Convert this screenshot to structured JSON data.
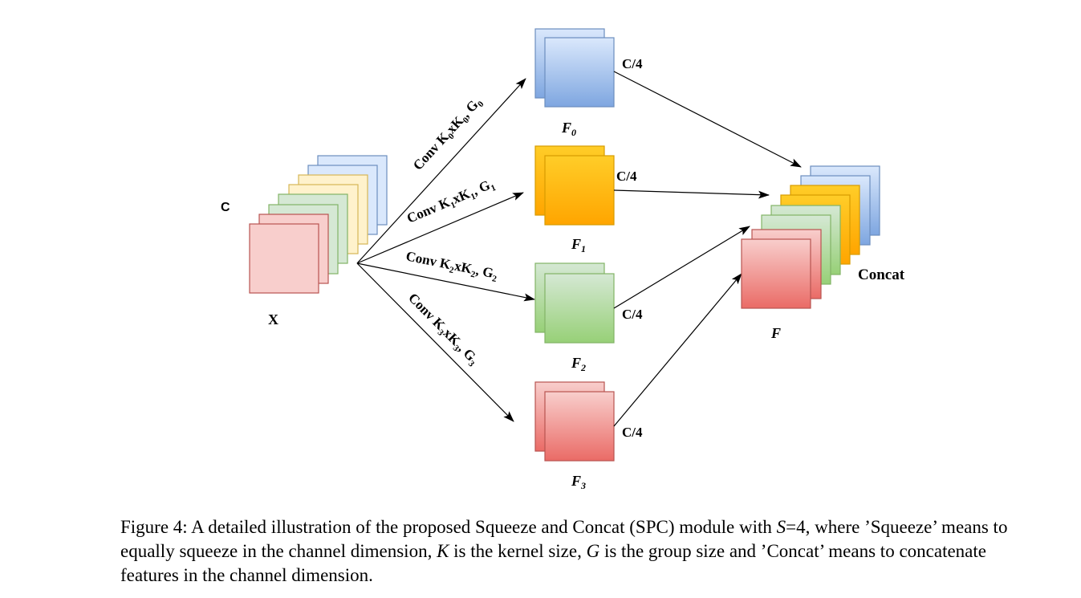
{
  "diagram": {
    "input": {
      "channel_label": "C",
      "name": "X"
    },
    "branches": [
      {
        "conv_pre": "Conv K",
        "k_sub": "0",
        "mid": "xK",
        "k_sub2": "0",
        "g": ", G",
        "g_sub": "0",
        "channels": "C/4",
        "out_main": "F",
        "out_sub": "0"
      },
      {
        "conv_pre": "Conv K",
        "k_sub": "1",
        "mid": "xK",
        "k_sub2": "1",
        "g": ", G",
        "g_sub": "1",
        "channels": "C/4",
        "out_main": "F",
        "out_sub": "1"
      },
      {
        "conv_pre": "Conv K",
        "k_sub": "2",
        "mid": "xK",
        "k_sub2": "2",
        "g": ", G",
        "g_sub": "2",
        "channels": "C/4",
        "out_main": "F",
        "out_sub": "2"
      },
      {
        "conv_pre": "Conv K",
        "k_sub": "3",
        "mid": "xK",
        "k_sub2": "3",
        "g": ", G",
        "g_sub": "3",
        "channels": "C/4",
        "out_main": "F",
        "out_sub": "3"
      }
    ],
    "output": {
      "label": "Concat",
      "name": "F"
    },
    "colors": {
      "blue": "#7ea6e0",
      "orange": "#ffa500",
      "green": "#97d077",
      "red": "#ea6b66",
      "yellow": "#fff2cc"
    }
  },
  "caption": {
    "p1": "Figure 4: A detailed illustration of the proposed Squeeze and Concat (SPC) module with ",
    "s": "S",
    "p2": "=4, where ’Squeeze’ means to equally squeeze in the channel dimension, ",
    "k": "K",
    "p3": " is the kernel size, ",
    "g": "G",
    "p4": " is the group size and ’Concat’ means to concatenate features in the channel dimension."
  }
}
